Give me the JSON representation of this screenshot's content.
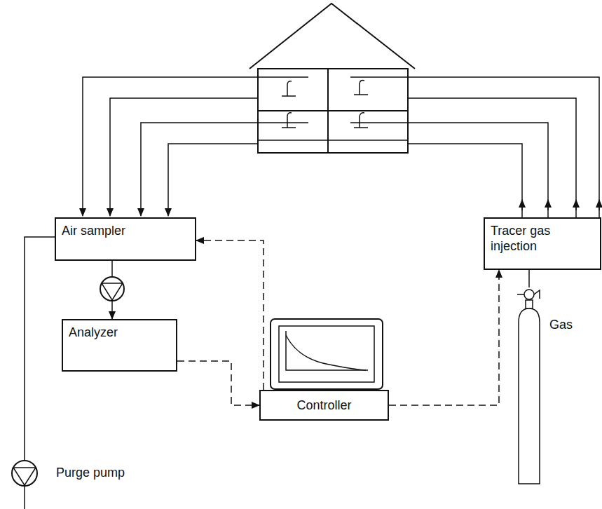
{
  "diagram": {
    "nodes": [
      {
        "text": [
          "Air sampler"
        ]
      },
      {
        "text": [
          "Analyzer"
        ]
      },
      {
        "text": [
          "Controller"
        ]
      },
      {
        "text": [
          "Tracer gas injection"
        ]
      }
    ],
    "edges": [
      {
        "from": 0,
        "to": 1,
        "arrow": "to"
      },
      {
        "from": 1,
        "to": 2,
        "arrow": "to"
      },
      {
        "from": 2,
        "to": 0,
        "arrow": "to"
      },
      {
        "from": 2,
        "to": 3,
        "arrow": "to"
      }
    ],
    "labels": [
      "Purge pump",
      "Gas"
    ]
  }
}
